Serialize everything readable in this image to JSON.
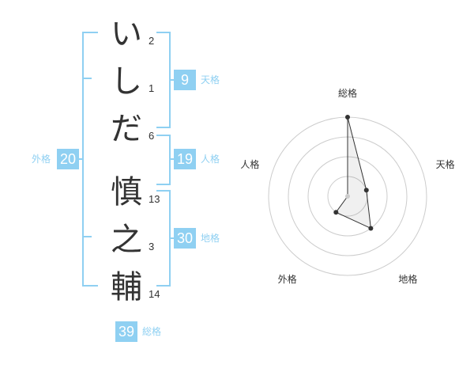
{
  "name": {
    "chars": [
      {
        "char": "い",
        "strokes": "2"
      },
      {
        "char": "し",
        "strokes": "1"
      },
      {
        "char": "だ",
        "strokes": "6"
      },
      {
        "char": "慎",
        "strokes": "13"
      },
      {
        "char": "之",
        "strokes": "3"
      },
      {
        "char": "輔",
        "strokes": "14"
      }
    ]
  },
  "scores": {
    "tenkaku": {
      "value": "9",
      "label": "天格"
    },
    "jinkaku": {
      "value": "19",
      "label": "人格"
    },
    "chikaku": {
      "value": "30",
      "label": "地格"
    },
    "gaikaku": {
      "value": "20",
      "label": "外格"
    },
    "soukaku": {
      "value": "39",
      "label": "総格"
    }
  },
  "chart_data": {
    "type": "radar",
    "axes": [
      "総格",
      "天格",
      "地格",
      "外格",
      "人格"
    ],
    "values": [
      4,
      1,
      2,
      1,
      0
    ],
    "max": 4,
    "rings": 4
  },
  "colors": {
    "accent": "#8fd0f2",
    "text": "#333333",
    "grid": "#cccccc"
  }
}
